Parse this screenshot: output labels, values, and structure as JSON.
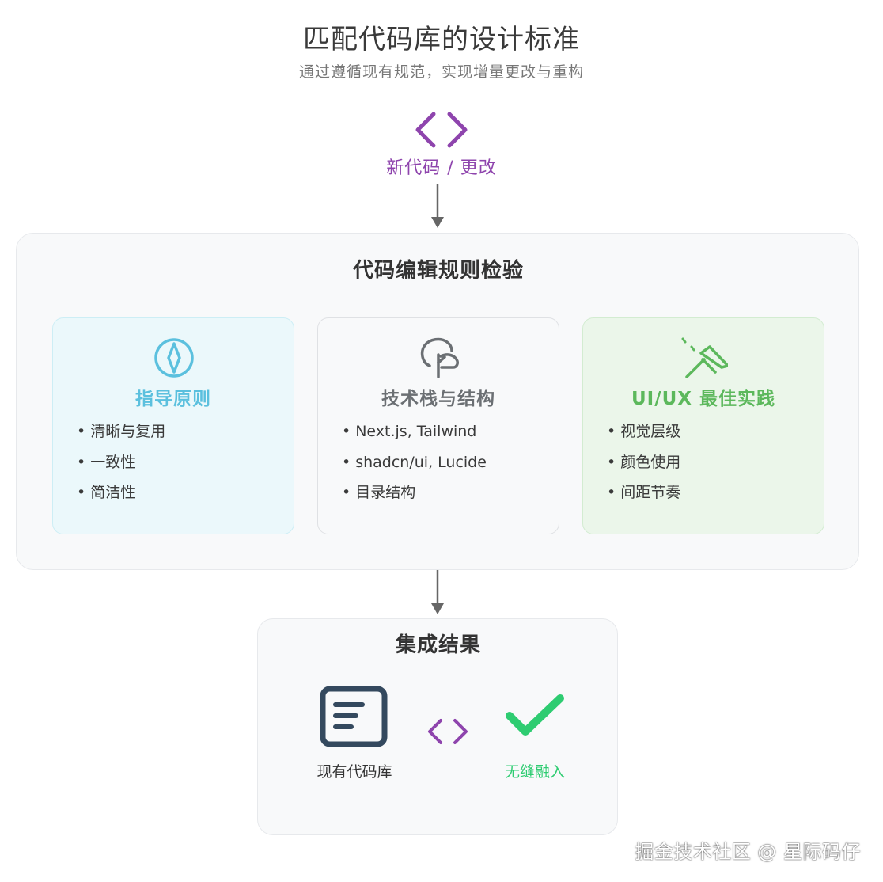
{
  "header": {
    "title": "匹配代码库的设计标准",
    "subtitle": "通过遵循现有规范，实现增量更改与重构"
  },
  "input": {
    "label": "新代码 / 更改",
    "icon": "code-brackets-icon"
  },
  "check": {
    "title": "代码编辑规则检验",
    "cards": [
      {
        "title": "指导原则",
        "icon": "compass-icon",
        "color": "#5bc0de",
        "items": [
          "清晰与复用",
          "一致性",
          "简洁性"
        ]
      },
      {
        "title": "技术栈与结构",
        "icon": "tree-icon",
        "color": "#6b6f73",
        "items": [
          "Next.js, Tailwind",
          "shadcn/ui, Lucide",
          "目录结构"
        ]
      },
      {
        "title": "UI/UX 最佳实践",
        "icon": "magic-wand-icon",
        "color": "#5cb85c",
        "items": [
          "视觉层级",
          "颜色使用",
          "间距节奏"
        ]
      }
    ]
  },
  "result": {
    "title": "集成结果",
    "existing_label": "现有代码库",
    "seamless_label": "无缝融入",
    "existing_icon": "document-icon",
    "link_icon": "code-brackets-icon",
    "success_icon": "checkmark-icon"
  },
  "watermark": "掘金技术社区 @ 星际码仔",
  "colors": {
    "accent_purple": "#8e44ad",
    "success_green": "#2ecc71",
    "arrow_gray": "#666666"
  }
}
